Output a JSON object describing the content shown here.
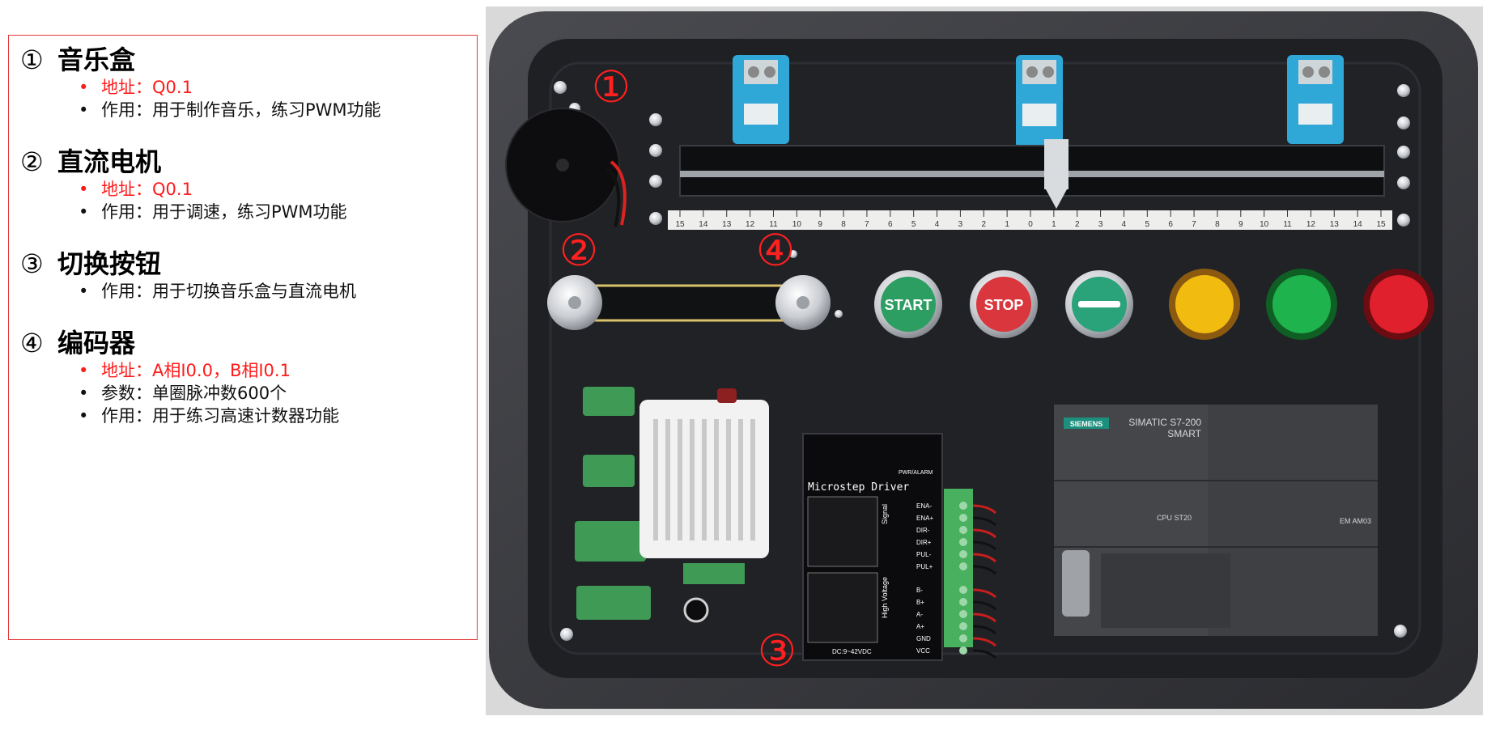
{
  "sections": [
    {
      "num": "①",
      "title": "音乐盒",
      "bullets": [
        {
          "text": "地址：Q0.1",
          "tone": "red"
        },
        {
          "text": "作用：用于制作音乐，练习PWM功能",
          "tone": "black"
        }
      ]
    },
    {
      "num": "②",
      "title": "直流电机",
      "bullets": [
        {
          "text": "地址：Q0.1",
          "tone": "red"
        },
        {
          "text": "作用：用于调速，练习PWM功能",
          "tone": "black"
        }
      ]
    },
    {
      "num": "③",
      "title": "切换按钮",
      "bullets": [
        {
          "text": "作用：用于切换音乐盒与直流电机",
          "tone": "black"
        }
      ]
    },
    {
      "num": "④",
      "title": "编码器",
      "bullets": [
        {
          "text": "地址：A相I0.0，B相I0.1",
          "tone": "red"
        },
        {
          "text": "参数：单圈脉冲数600个",
          "tone": "black"
        },
        {
          "text": "作用：用于练习高速计数器功能",
          "tone": "black"
        }
      ]
    }
  ],
  "photo": {
    "markers": {
      "m1": "①",
      "m2": "②",
      "m3": "③",
      "m4": "④"
    },
    "buttons": {
      "start": "START",
      "stop": "STOP"
    },
    "ruler_ticks": [
      "15",
      "14",
      "13",
      "12",
      "11",
      "10",
      "9",
      "8",
      "7",
      "6",
      "5",
      "4",
      "3",
      "2",
      "1",
      "0",
      "1",
      "2",
      "3",
      "4",
      "5",
      "6",
      "7",
      "8",
      "9",
      "10",
      "11",
      "12",
      "13",
      "14",
      "15"
    ],
    "driver": {
      "title": "Microstep Driver",
      "signal": "Signal",
      "high_voltage": "High Voltage",
      "pwr": "PWR/ALARM",
      "dc": "DC:9~42VDC",
      "pins": [
        "ENA-",
        "ENA+",
        "DIR-",
        "DIR+",
        "PUL-",
        "PUL+",
        "B-",
        "B+",
        "A-",
        "A+",
        "GND",
        "VCC"
      ]
    },
    "plc": {
      "brand": "SIEMENS",
      "model": "SIMATIC S7-200",
      "model2": "SMART",
      "cpu": "CPU ST20",
      "em": "EM AM03"
    },
    "colors": {
      "start": "#2c9e62",
      "stop": "#d9363e",
      "green_btn": "#2aa27a",
      "lamp_yellow": "#f2bb10",
      "lamp_green": "#1fb34d",
      "lamp_red": "#e0202c",
      "board": "#1c1e22",
      "case": "#3a3b3f",
      "sensor": "#2fa8d8"
    }
  }
}
